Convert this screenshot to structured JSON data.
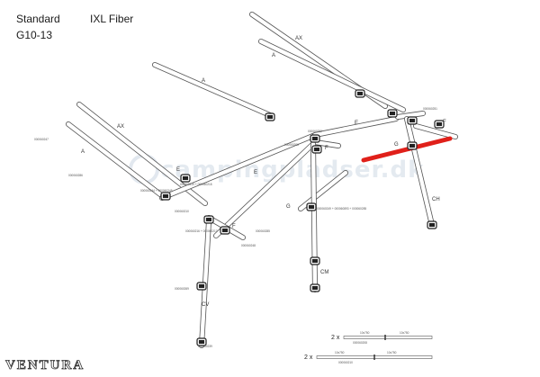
{
  "header": {
    "model_type": "Standard",
    "model_code": "G10-13",
    "frame_name": "IXL Fiber"
  },
  "watermark": "campingpladser.dk",
  "brand": "VENTURA",
  "pole_labels": {
    "a_top": "A",
    "ax_top": "AX",
    "a_mid": "A",
    "ax_left": "AX",
    "a_left": "A",
    "e_right": "E",
    "f_right": "F",
    "g_right": "G",
    "e_center": "E",
    "f_center": "F",
    "g_center": "G",
    "e_left": "E",
    "f_left": "F",
    "ch": "CH",
    "cm": "CM",
    "cv": "CV"
  },
  "part_numbers": {
    "p1": "000060252",
    "p2": "000060251",
    "p3": "000060286",
    "p4": "000060247",
    "p5": "000060219 + 000060218",
    "p6": "000060244 + 000060245",
    "p7": "000060249 + 000060893 + 000060285",
    "p8": "000060210",
    "p9": "000060248",
    "p10": "000060216 + 000060217",
    "p11": "000060285",
    "p12": "000060206",
    "p13": "000060269",
    "p14": "000060239"
  },
  "spare_parts": {
    "row1_qty": "2 x",
    "row2_qty": "2 x",
    "row1_left": "10x750",
    "row1_right": "10x750",
    "row2_left": "10x750",
    "row2_right": "10x750",
    "row1_code": "000060208",
    "row2_code": "000060210"
  },
  "colors": {
    "pole_outline": "#555555",
    "pole_fill": "#ffffff",
    "highlight": "#e0201a",
    "connector": "#222222",
    "watermark": "#9fb4c9"
  }
}
